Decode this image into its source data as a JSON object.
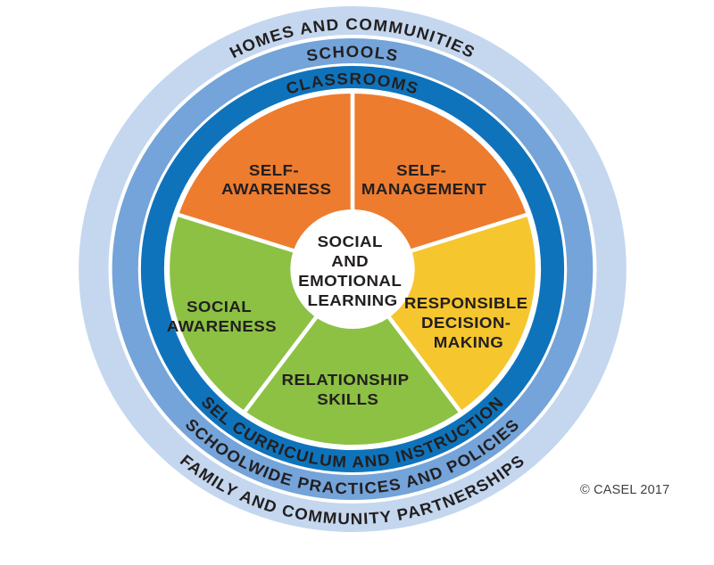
{
  "title": "CASEL social and emotional learning framework wheel",
  "rings": {
    "outer": {
      "label_top": "HOMES AND COMMUNITIES",
      "label_bottom": "FAMILY AND COMMUNITY PARTNERSHIPS",
      "color": "#C4D7EF"
    },
    "middle": {
      "label_top": "SCHOOLS",
      "label_bottom": "SCHOOLWIDE PRACTICES AND POLICIES",
      "color": "#74A4D9"
    },
    "inner": {
      "label_top": "CLASSROOMS",
      "label_bottom": "SEL CURRICULUM AND INSTRUCTION",
      "color": "#0F73BB"
    }
  },
  "wheel": {
    "center": {
      "lines": [
        "SOCIAL",
        "AND",
        "EMOTIONAL",
        "LEARNING"
      ],
      "color": "#FFFFFF"
    },
    "segments": [
      {
        "name": "self-awareness",
        "lines": [
          "SELF-",
          "AWARENESS"
        ],
        "color": "#EE7C2E"
      },
      {
        "name": "self-management",
        "lines": [
          "SELF-",
          "MANAGEMENT"
        ],
        "color": "#EE7C2E"
      },
      {
        "name": "social-awareness",
        "lines": [
          "SOCIAL",
          "AWARENESS"
        ],
        "color": "#8CC144"
      },
      {
        "name": "relationship-skills",
        "lines": [
          "RELATIONSHIP",
          "SKILLS"
        ],
        "color": "#8CC144"
      },
      {
        "name": "responsible-decision-making",
        "lines": [
          "RESPONSIBLE",
          "DECISION-",
          "MAKING"
        ],
        "color": "#F6C62F"
      }
    ],
    "text_color": "#231F20"
  },
  "footer": {
    "copyright": "© CASEL 2017"
  }
}
